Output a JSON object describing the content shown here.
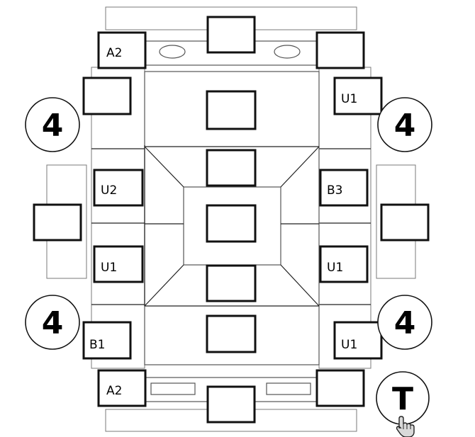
{
  "labels": {
    "top_left_slot": "A2",
    "bottom_left_slot": "A2",
    "right_top_slot": "U1",
    "left_mid_upper_slot": "U2",
    "right_mid_upper_slot": "B3",
    "left_mid_lower_slot": "U1",
    "right_mid_lower_slot": "U1",
    "left_bottom_slot": "B1",
    "right_bottom_slot": "U1"
  },
  "badges": {
    "top_left": "4",
    "top_right": "4",
    "bottom_left": "4",
    "bottom_right": "4",
    "corner_button": "T"
  },
  "icons": {
    "cursor": "hand-pointer-icon"
  }
}
